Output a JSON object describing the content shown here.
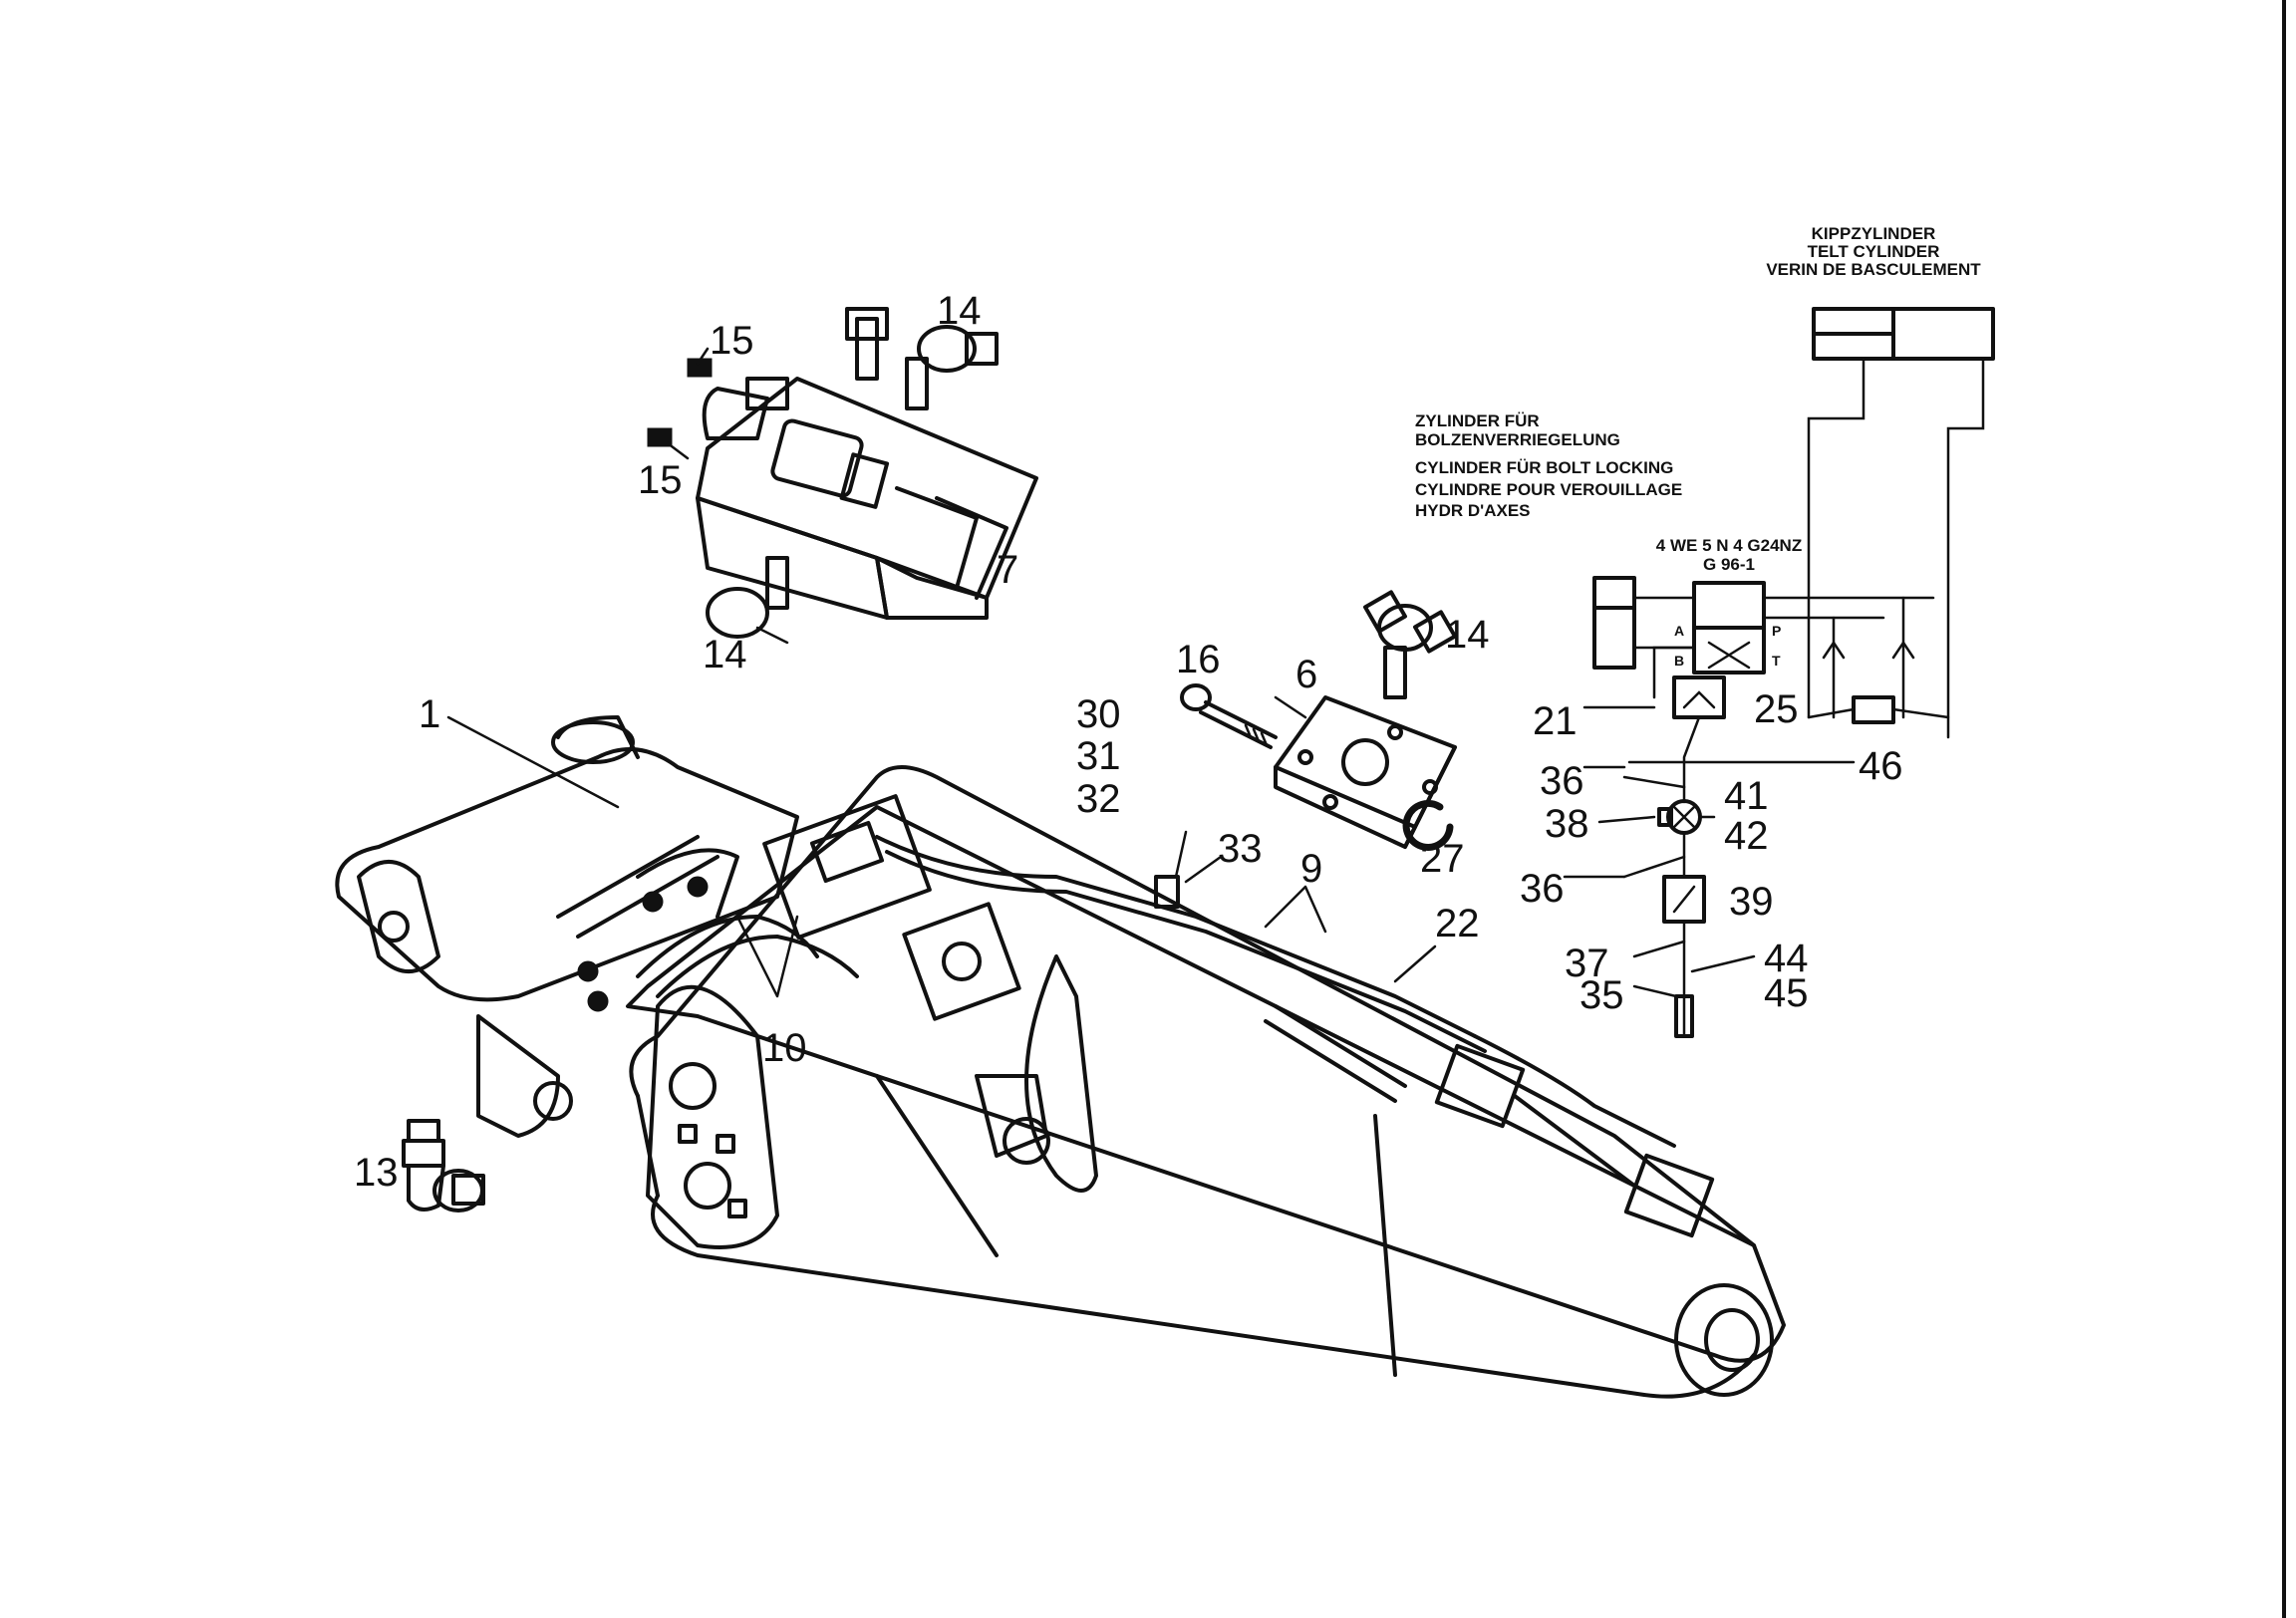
{
  "captions": {
    "tilt_cylinder": [
      "KIPPZYLINDER",
      "TELT CYLINDER",
      "VERIN DE BASCULEMENT"
    ],
    "bolt_locking": [
      "ZYLINDER FÜR",
      "BOLZENVERRIEGELUNG",
      "CYLINDER FÜR BOLT LOCKING",
      "CYLINDRE POUR VEROUILLAGE",
      "HYDR D'AXES"
    ],
    "valve_code": [
      "4 WE 5 N 4 G24NZ",
      "G 96-1"
    ]
  },
  "schematic_port_labels": [
    "A",
    "B",
    "P",
    "T"
  ],
  "callouts": {
    "c1": "1",
    "c6": "6",
    "c7": "7",
    "c9": "9",
    "c10": "10",
    "c13": "13",
    "c14a": "14",
    "c14b": "14",
    "c14c": "14",
    "c15a": "15",
    "c15b": "15",
    "c16": "16",
    "c21": "21",
    "c22": "22",
    "c25": "25",
    "c27": "27",
    "c30": "30",
    "c31": "31",
    "c32": "32",
    "c33": "33",
    "c35": "35",
    "c36a": "36",
    "c36b": "36",
    "c37": "37",
    "c38": "38",
    "c39": "39",
    "c41": "41",
    "c42": "42",
    "c44": "44",
    "c45": "45",
    "c46": "46"
  }
}
